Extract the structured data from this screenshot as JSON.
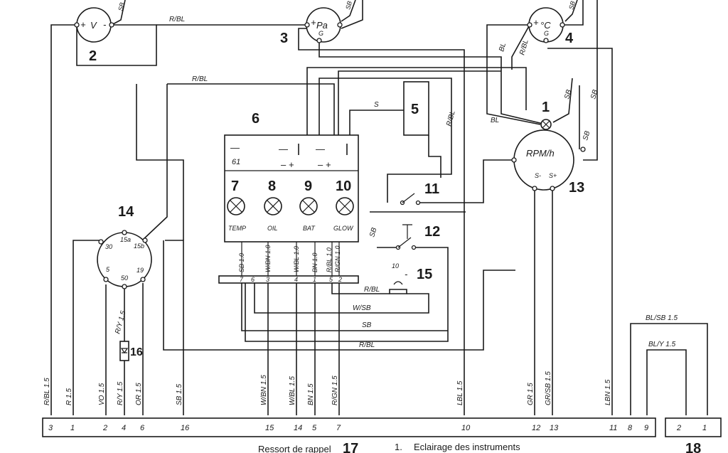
{
  "components": {
    "voltmeter": {
      "number": "2",
      "symbol": "V",
      "plus": "+",
      "minus": "-",
      "pin_top": "SB"
    },
    "pressure_gauge": {
      "number": "3",
      "symbol": "Pa",
      "plus": "+",
      "ground": "G",
      "pin_top": "SB"
    },
    "temp_gauge": {
      "number": "4",
      "symbol": "°C",
      "plus": "+",
      "ground": "G",
      "pin_top": "SB"
    },
    "lamp": {
      "number": "1"
    },
    "relay": {
      "number": "5"
    },
    "control_unit": {
      "number": "6",
      "terminal_61": "61",
      "mark_bar": "—",
      "signs_a": "– +",
      "signs_b": "– +"
    },
    "warning_lights": [
      {
        "number": "7",
        "label": "TEMP"
      },
      {
        "number": "8",
        "label": "OIL"
      },
      {
        "number": "9",
        "label": "BAT"
      },
      {
        "number": "10",
        "label": "GLOW"
      }
    ],
    "switch_11": {
      "number": "11"
    },
    "switch_12": {
      "number": "12"
    },
    "rpm_counter": {
      "number": "13",
      "label": "RPM/h",
      "s_minus": "S-",
      "s_plus": "S+"
    },
    "ignition_switch": {
      "number": "14",
      "pins": {
        "p15a": "15a",
        "p30": "30",
        "p15b": "15b",
        "p5": "5",
        "p50": "50",
        "p19": "19"
      }
    },
    "fuse": {
      "number": "15",
      "value": "10",
      "minus": "-"
    },
    "diode": {
      "number": "16"
    },
    "bus_labels": [
      "SB 1.0",
      "W/BN 1.0",
      "W/BL 1.0",
      "BN 1.0",
      "R/BL 1.0",
      "R/GN 1.0"
    ],
    "bus_pins": [
      "7",
      "6",
      "3",
      "4",
      "1",
      "5",
      "2"
    ]
  },
  "wire_labels": {
    "r_bl_top": "R/BL",
    "r_bl_mid": "R/BL",
    "s": "S",
    "r_bl_vert": "R/BL",
    "bl_left": "BL",
    "r_bl_right": "R/BL",
    "bl_mid": "BL",
    "sb_a": "SB",
    "sb_b": "SB",
    "sb_c": "SB",
    "sb_switch": "SB",
    "r_bl_fuse": "R/BL",
    "w_sb": "W/SB",
    "sb_lower": "SB",
    "r_bl_lower": "R/BL",
    "r_y": "R/Y 1.5",
    "bl_sb_15": "BL/SB 1.5",
    "bl_y_15": "BL/Y 1.5"
  },
  "connector_17": {
    "pins": [
      {
        "pin": "3",
        "wire": "R/BL 1.5"
      },
      {
        "pin": "1",
        "wire": "R 1.5"
      },
      {
        "pin": "2",
        "wire": "VO 1.5"
      },
      {
        "pin": "4",
        "wire": "R/Y 1.5"
      },
      {
        "pin": "6",
        "wire": "OR 1.5"
      },
      {
        "pin": "16",
        "wire": "SB 1.5"
      },
      {
        "pin": "15",
        "wire": "W/BN 1.5"
      },
      {
        "pin": "14",
        "wire": "W/BL 1.5"
      },
      {
        "pin": "5",
        "wire": "BN 1.5"
      },
      {
        "pin": "7",
        "wire": "R/GN 1.5"
      },
      {
        "pin": "10",
        "wire": "LBL 1.5"
      },
      {
        "pin": "12",
        "wire": "GR 1.5"
      },
      {
        "pin": "13",
        "wire": "GR/SB 1.5"
      },
      {
        "pin": "11",
        "wire": "LBN 1.5"
      },
      {
        "pin": "8",
        "wire": ""
      },
      {
        "pin": "9",
        "wire": ""
      }
    ]
  },
  "connector_18": {
    "pins": [
      "2",
      "1"
    ]
  },
  "captions": {
    "left_text": "Ressort de rappel",
    "left_number": "17",
    "list_index": "1.",
    "list_text": "Eclairage des instruments",
    "right_number": "18"
  }
}
